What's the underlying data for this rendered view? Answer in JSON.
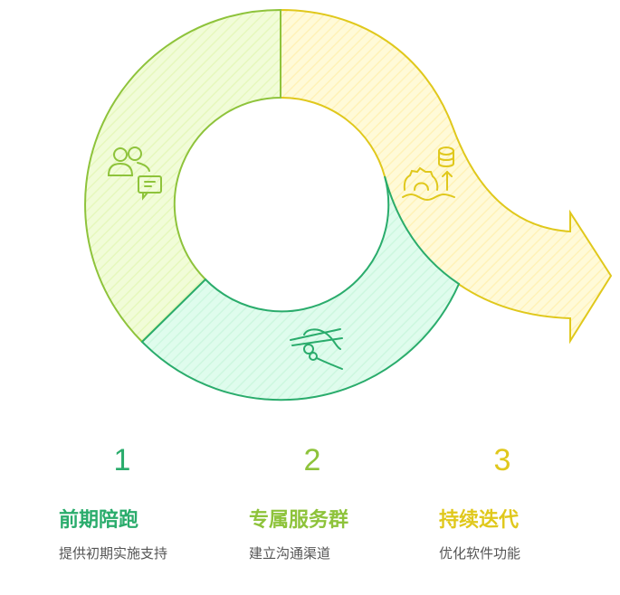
{
  "colors": {
    "green": "#2aac6c",
    "lime": "#8ec33b",
    "yellow": "#e0c81c"
  },
  "steps": [
    {
      "number": "1",
      "title": "前期陪跑",
      "subtitle": "提供初期实施支持",
      "icon": "handshake-icon"
    },
    {
      "number": "2",
      "title": "专属服务群",
      "subtitle": "建立沟通渠道",
      "icon": "users-chat-icon"
    },
    {
      "number": "3",
      "title": "持续迭代",
      "subtitle": "优化软件功能",
      "icon": "gear-database-upgrade-icon"
    }
  ]
}
